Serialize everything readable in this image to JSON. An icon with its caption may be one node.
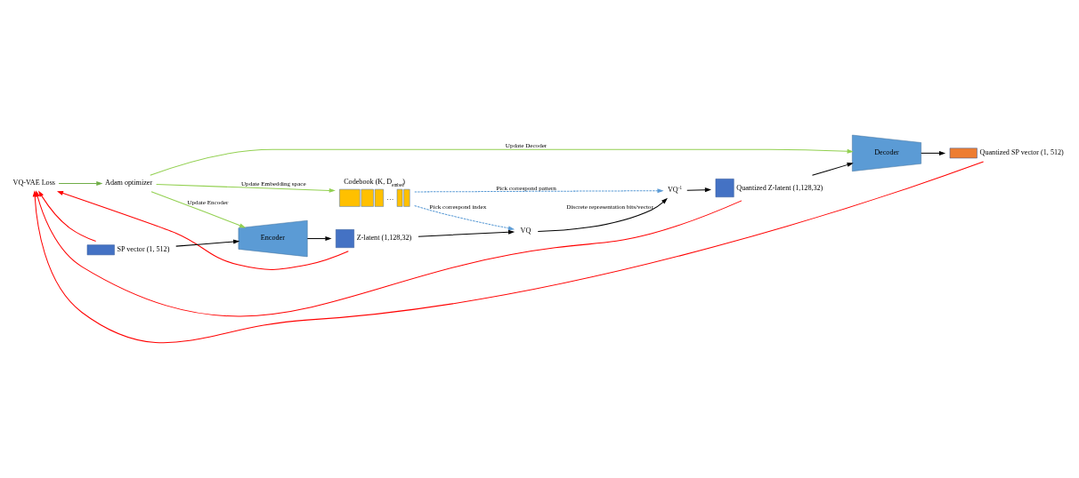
{
  "diagram": {
    "nodes": [
      {
        "text": [
          "VQ-VAE Loss"
        ]
      },
      {
        "text": [
          "Adam optimizer"
        ]
      },
      {
        "text": [
          "Codebook (K, D$_{embed}$)",
          "…"
        ]
      },
      {
        "text": [
          "Encoder"
        ]
      },
      {
        "text": [
          "Z-latent (1,128,32)"
        ]
      },
      {
        "text": [
          "SP vector (1, 512)"
        ]
      },
      {
        "text": [
          "VQ"
        ]
      },
      {
        "text": [
          "VQ$^{-1}$"
        ]
      },
      {
        "text": [
          "Quantized Z-latent (1,128,32)"
        ]
      },
      {
        "text": [
          "Decoder"
        ]
      },
      {
        "text": [
          "Quantized SP vector (1, 512)"
        ]
      }
    ],
    "edges": [
      {
        "from": 5,
        "to": 3,
        "arrow": "to"
      },
      {
        "from": 3,
        "to": 4,
        "arrow": "to"
      },
      {
        "from": 4,
        "to": 6,
        "arrow": "to"
      },
      {
        "from": 6,
        "to": 7,
        "arrow": "to",
        "label": "Discrete representation bits/vector"
      },
      {
        "from": 7,
        "to": 8,
        "arrow": "to"
      },
      {
        "from": 8,
        "to": 9,
        "arrow": "to"
      },
      {
        "from": 9,
        "to": 10,
        "arrow": "to"
      },
      {
        "from": 5,
        "to": 0,
        "arrow": "to",
        "color": "#ff0000"
      },
      {
        "from": 4,
        "to": 0,
        "arrow": "to",
        "color": "#ff0000"
      },
      {
        "from": 8,
        "to": 0,
        "arrow": "to",
        "color": "#ff0000"
      },
      {
        "from": 10,
        "to": 0,
        "arrow": "to",
        "color": "#ff0000"
      },
      {
        "from": 0,
        "to": 1,
        "arrow": "to",
        "color": "#70ad47"
      },
      {
        "from": 1,
        "to": 2,
        "arrow": "to",
        "label": "Update Embedding space",
        "color": "#92d050"
      },
      {
        "from": 1,
        "to": 3,
        "arrow": "to",
        "label": "Update Encoder",
        "color": "#92d050"
      },
      {
        "from": 1,
        "to": 9,
        "arrow": "to",
        "label": "Update Decoder",
        "color": "#92d050"
      },
      {
        "from": 2,
        "to": 6,
        "arrow": "to",
        "label": "Pick correspond index",
        "style": "dashed",
        "color": "#5b9bd5"
      },
      {
        "from": 2,
        "to": 7,
        "arrow": "to",
        "label": "Pick correspond pattern",
        "style": "dashed",
        "color": "#5b9bd5"
      }
    ]
  }
}
